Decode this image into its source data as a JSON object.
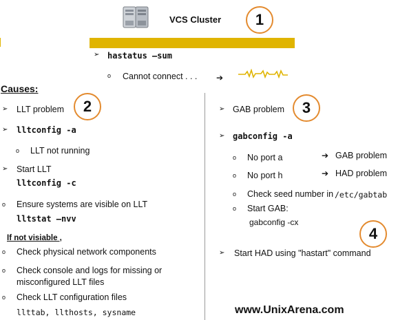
{
  "title": "VCS Cluster",
  "command": "hastatus –sum",
  "cannot_connect": "Cannot connect . . .",
  "markers": {
    "one": "1",
    "two": "2",
    "three": "3",
    "four": "4"
  },
  "causes_heading": "Causes:",
  "left": {
    "llt_problem": "LLT problem",
    "lltconfig": "lltconfig -a",
    "llt_not_running": "LLT not running",
    "start_llt": "Start LLT",
    "lltconfig_c": "lltconfig -c",
    "ensure_visible": "Ensure systems are visible on LLT",
    "lltstat": "lltstat –nvv",
    "if_not_visible": "If not visiable ,",
    "check_network": "Check physical network components",
    "check_console_1": "Check console and logs for missing or",
    "check_console_2": "misconfigured LLT files",
    "check_llt_config": "Check LLT configuration files",
    "llt_files": "llttab, llthosts, sysname"
  },
  "right": {
    "gab_problem": "GAB problem",
    "gabconfig": "gabconfig -a",
    "no_port_a": "No port a",
    "gab_problem_2": "GAB problem",
    "no_port_h": "No port h",
    "had_problem": "HAD problem",
    "check_seed": "Check seed number in",
    "gabtab": "/etc/gabtab",
    "start_gab": "Start GAB:",
    "gabconfig_cx": "gabconfig -cx",
    "start_had": "Start HAD using \"hastart\" command"
  },
  "website": "www.UnixArena.com",
  "colors": {
    "gold_bar": "#e0b400",
    "circle_border": "#e38a2e",
    "pulse": "#e0b400",
    "divider": "#9a9a9a"
  }
}
